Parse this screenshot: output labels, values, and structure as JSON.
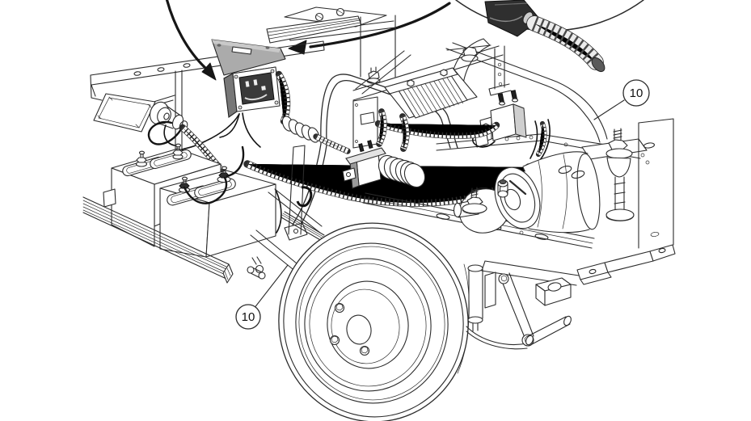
{
  "figure": {
    "type": "technical-line-illustration"
  },
  "callouts": [
    {
      "label": "10"
    },
    {
      "label": "10"
    }
  ],
  "palette": {
    "line": "#2b2b2b",
    "arrow": "#161616",
    "cover_gray": "#ababab",
    "plug_dark": "#2f2f2f",
    "hose_gray": "#ececec",
    "metal_gray": "#cfcfcf",
    "background": "#ffffff"
  },
  "parts": [
    "detail-balloon",
    "wire-plug",
    "coiled-hose",
    "receptacle-cover",
    "charging-receptacle-box",
    "charger-receptacle-bracket",
    "frame-rails",
    "seat-plate",
    "roll-bar-hoop",
    "electronics-panel",
    "speed-controller-heatsink",
    "solenoid-left",
    "solenoid-right",
    "wire-harness",
    "battery-left",
    "battery-right",
    "battery-cables",
    "striped-frame-rail",
    "drive-motor",
    "transaxle",
    "motor-mount-bushing",
    "mount-bolt-washer",
    "rear-wheel",
    "shock-absorber",
    "suspension-linkage",
    "mounting-bracket",
    "frame-channel-right"
  ]
}
